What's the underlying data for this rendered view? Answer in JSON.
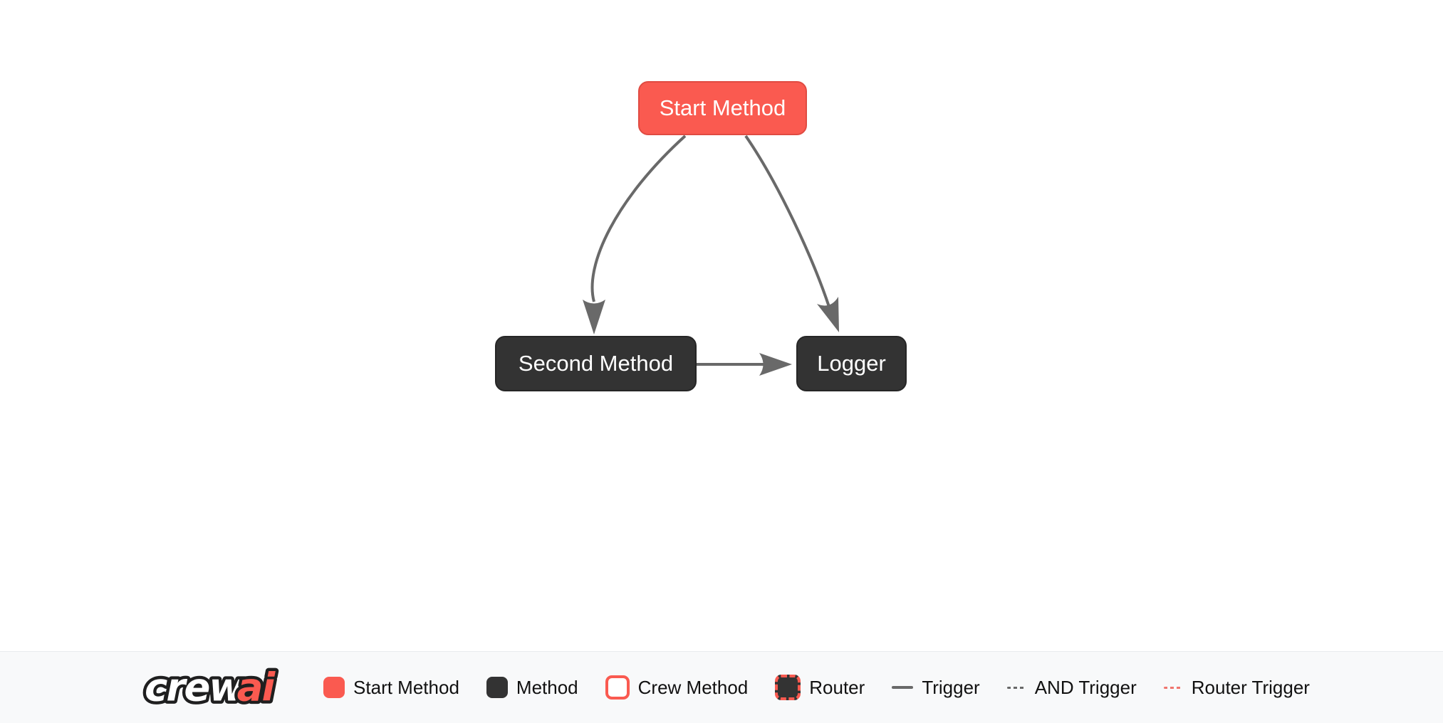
{
  "colors": {
    "brand_red": "#fa5a50",
    "start_border": "#e04b42",
    "node_dark": "#333333",
    "method_border": "#262626",
    "edge_gray": "#696969",
    "canvas_bg": "#ffffff",
    "legend_bg": "#f8f9fa",
    "legend_border": "#e9ebee",
    "legend_text": "#111111",
    "node_text": "#ffffff",
    "router_trigger_red": "#f0766e",
    "logo_outline": "#1f1f1f"
  },
  "logo": {
    "text": "crewai",
    "part_crew": "crew",
    "part_ai": "ai"
  },
  "diagram": {
    "nodes": [
      {
        "id": "start_method",
        "label": "Start Method",
        "type": "start-method"
      },
      {
        "id": "second_method",
        "label": "Second Method",
        "type": "method"
      },
      {
        "id": "logger",
        "label": "Logger",
        "type": "method"
      }
    ],
    "edges": [
      {
        "from": "start_method",
        "to": "second_method",
        "type": "trigger"
      },
      {
        "from": "start_method",
        "to": "logger",
        "type": "trigger"
      },
      {
        "from": "second_method",
        "to": "logger",
        "type": "trigger"
      }
    ]
  },
  "legend": {
    "items": [
      {
        "label": "Start Method",
        "swatch": "start-method-swatch"
      },
      {
        "label": "Method",
        "swatch": "method-swatch"
      },
      {
        "label": "Crew Method",
        "swatch": "crew-method-swatch"
      },
      {
        "label": "Router",
        "swatch": "router-swatch"
      },
      {
        "label": "Trigger",
        "swatch": "trigger-line"
      },
      {
        "label": "AND Trigger",
        "swatch": "and-trigger-line"
      },
      {
        "label": "Router Trigger",
        "swatch": "router-trigger-line"
      }
    ]
  }
}
